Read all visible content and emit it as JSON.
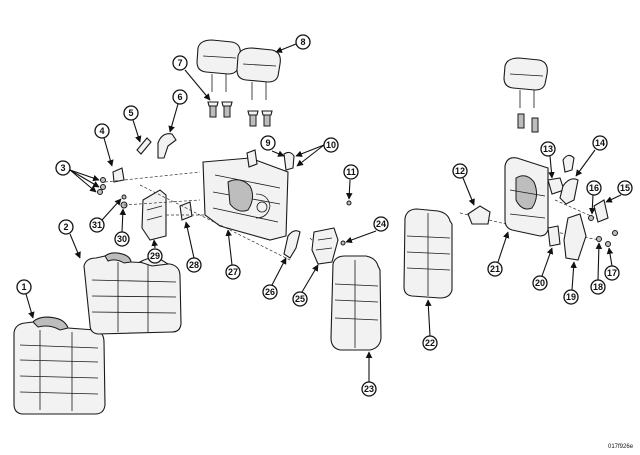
{
  "callouts": [
    "1",
    "2",
    "3",
    "4",
    "5",
    "6",
    "7",
    "8",
    "9",
    "10",
    "11",
    "12",
    "13",
    "14",
    "15",
    "16",
    "17",
    "18",
    "19",
    "20",
    "21",
    "22",
    "23",
    "24",
    "25",
    "26",
    "27",
    "28",
    "29",
    "30",
    "31"
  ],
  "figure_code": "017f926e"
}
